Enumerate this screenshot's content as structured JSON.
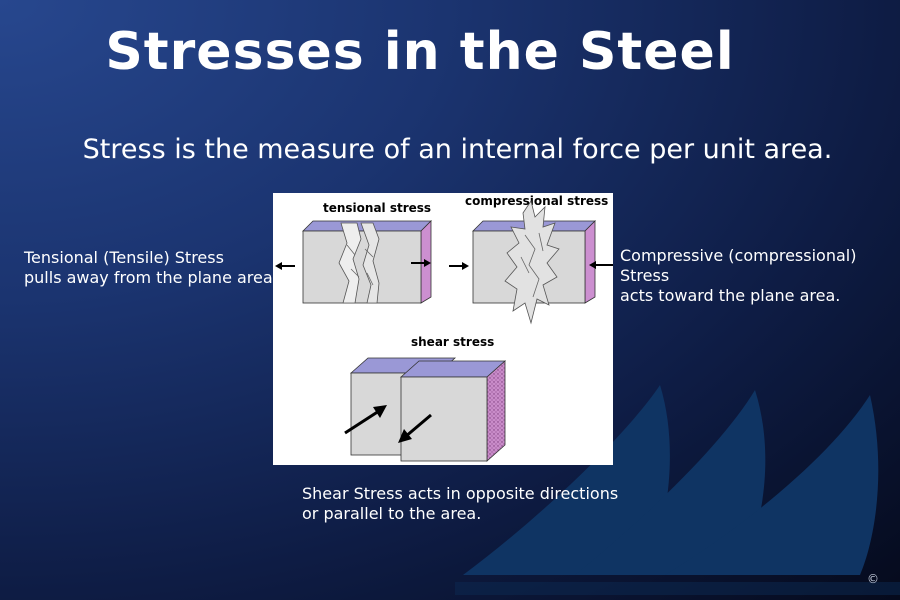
{
  "slide": {
    "title": "Stresses in the Steel",
    "subtitle": "Stress is the measure of an internal force per unit area.",
    "copyright": "©"
  },
  "captions": {
    "tensile_line1": "Tensional (Tensile) Stress",
    "tensile_line2": "pulls away from the plane area.",
    "compressive_line1": "Compressive (compressional) Stress",
    "compressive_line2": "acts toward the plane area.",
    "shear_line1": "Shear Stress acts in opposite directions",
    "shear_line2": "or parallel to the area."
  },
  "diagram": {
    "tensional_label": "tensional stress",
    "compressional_label": "compressional stress",
    "shear_label": "shear stress"
  },
  "colors": {
    "block_front": "#d8d8d8",
    "block_top": "#9a98d6",
    "block_side": "#cc8fd0",
    "wave": "#0f3463"
  }
}
